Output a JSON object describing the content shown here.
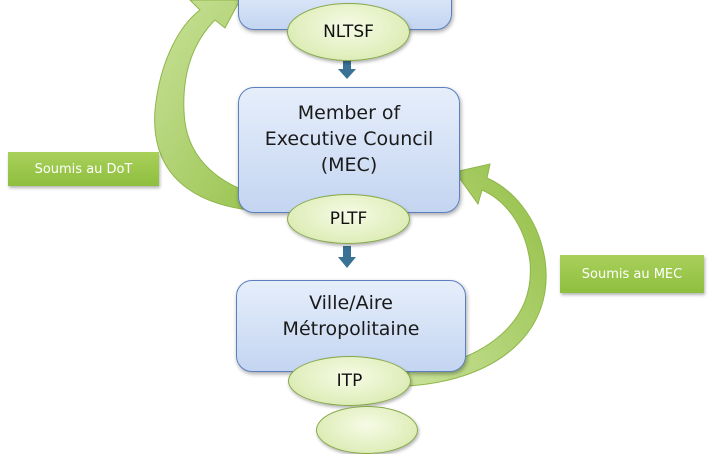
{
  "nodes": {
    "top_box": "",
    "nltsf": "NLTSF",
    "mec_box": "Member of\nExecutive Council\n(MEC)",
    "pltf": "PLTF",
    "ville_box": "Ville/Aire\nMétropolitaine",
    "itp": "ITP",
    "bottom_ellipse": ""
  },
  "labels": {
    "submitted_dot": "Soumis au DoT",
    "submitted_mec": "Soumis au MEC"
  },
  "colors": {
    "box_fill": "#c4d5f1",
    "box_border": "#5b7fbf",
    "ellipse_fill": "#e2efbf",
    "curved_arrow": "#a9cf5f",
    "down_arrow": "#3a7296",
    "label_fill": "#98c648"
  }
}
